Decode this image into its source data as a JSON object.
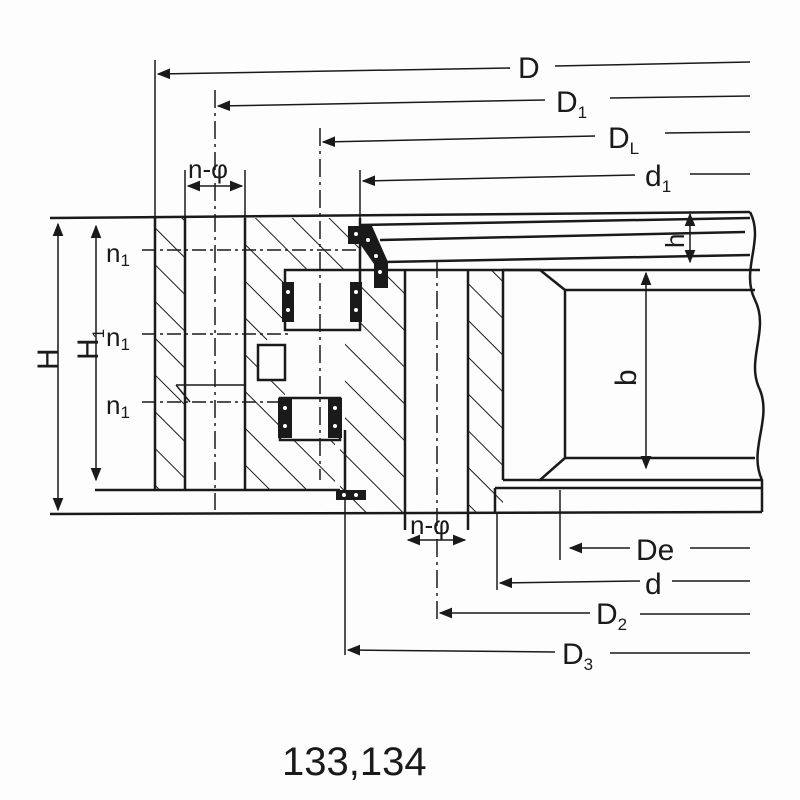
{
  "diagram": {
    "caption": "133,134",
    "dimensions": {
      "D": {
        "main": "D",
        "sub": ""
      },
      "D1": {
        "main": "D",
        "sub": "1"
      },
      "DL": {
        "main": "D",
        "sub": "L"
      },
      "d1": {
        "main": "d",
        "sub": "1"
      },
      "h": {
        "main": "h",
        "sub": ""
      },
      "b": {
        "main": "b",
        "sub": ""
      },
      "De": {
        "main": "De",
        "sub": ""
      },
      "d": {
        "main": "d",
        "sub": ""
      },
      "D2": {
        "main": "D",
        "sub": "2"
      },
      "D3": {
        "main": "D",
        "sub": "3"
      },
      "H": {
        "main": "H",
        "sub": ""
      },
      "H1": {
        "main": "H",
        "sub": "1"
      }
    },
    "hole_labels": {
      "top": "n-φ",
      "bottom": "n-φ"
    },
    "row_labels": [
      {
        "main": "n",
        "sub": "1"
      },
      {
        "main": "n",
        "sub": "1"
      },
      {
        "main": "n",
        "sub": "1"
      }
    ],
    "colors": {
      "ink": "#1a1a1a",
      "paper": "#fdfdfd"
    }
  }
}
